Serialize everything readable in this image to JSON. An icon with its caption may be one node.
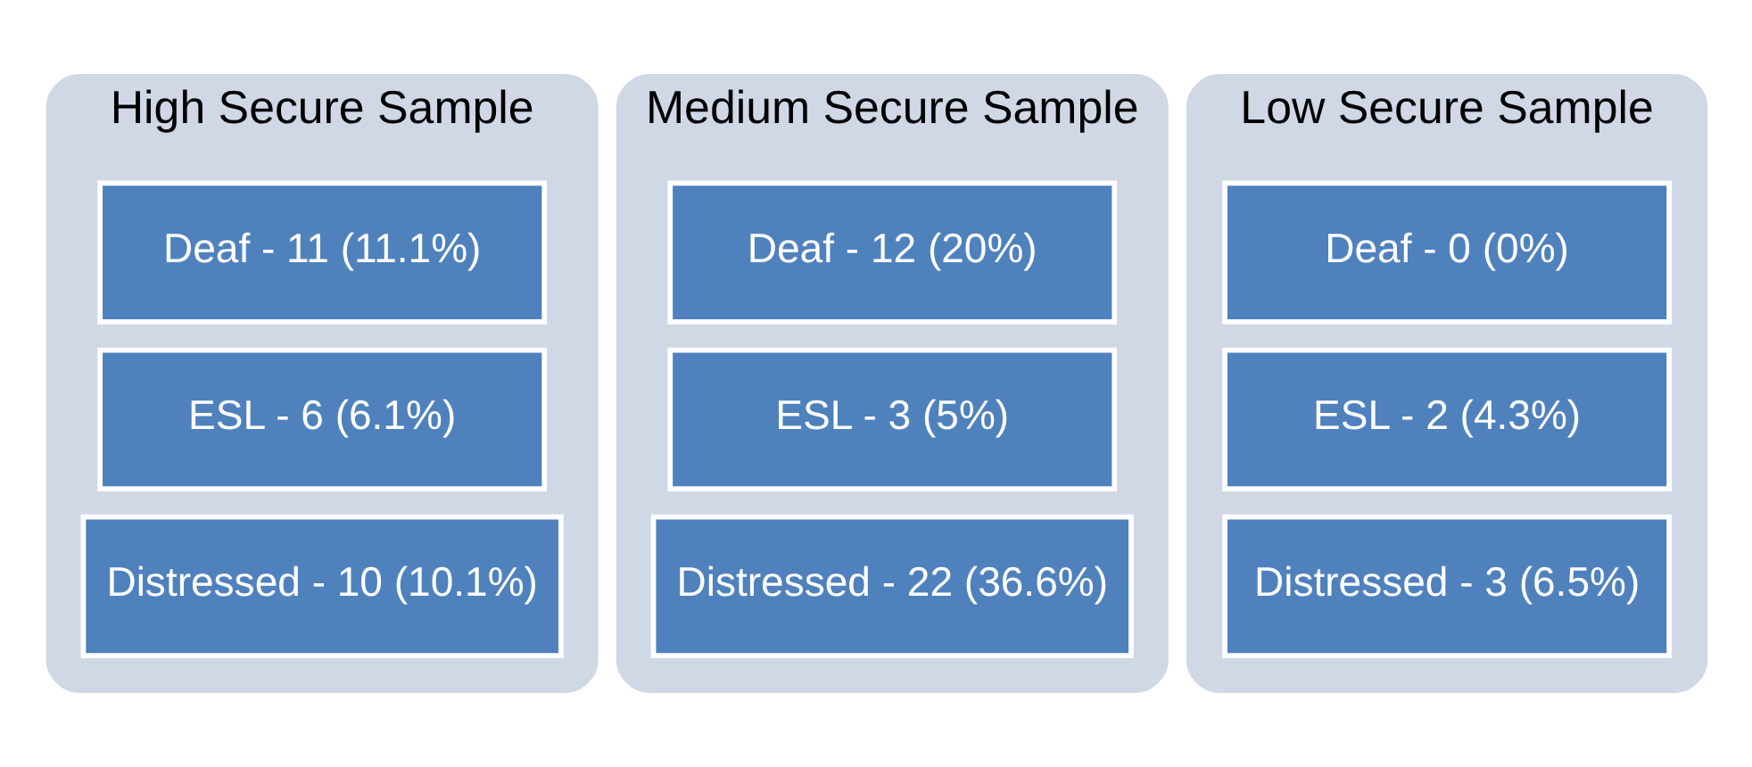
{
  "diagram": {
    "nodes": [
      {
        "text": [
          "High Secure Sample"
        ]
      },
      {
        "text": [
          "Deaf - 11 (11.1%)"
        ],
        "in": 0
      },
      {
        "text": [
          "ESL - 6 (6.1%)"
        ],
        "in": 0
      },
      {
        "text": [
          "Distressed - 10 (10.1%)"
        ],
        "in": 0
      },
      {
        "text": [
          "Medium Secure Sample"
        ]
      },
      {
        "text": [
          "Deaf - 12 (20%)"
        ],
        "in": 4
      },
      {
        "text": [
          "ESL - 3 (5%)"
        ],
        "in": 4
      },
      {
        "text": [
          "Distressed - 22 (36.6%)"
        ],
        "in": 4
      },
      {
        "text": [
          "Low Secure Sample"
        ]
      },
      {
        "text": [
          "Deaf - 0 (0%)"
        ],
        "in": 8
      },
      {
        "text": [
          "ESL - 2 (4.3%)"
        ],
        "in": 8
      },
      {
        "text": [
          "Distressed - 3 (6.5%)"
        ],
        "in": 8
      }
    ]
  }
}
